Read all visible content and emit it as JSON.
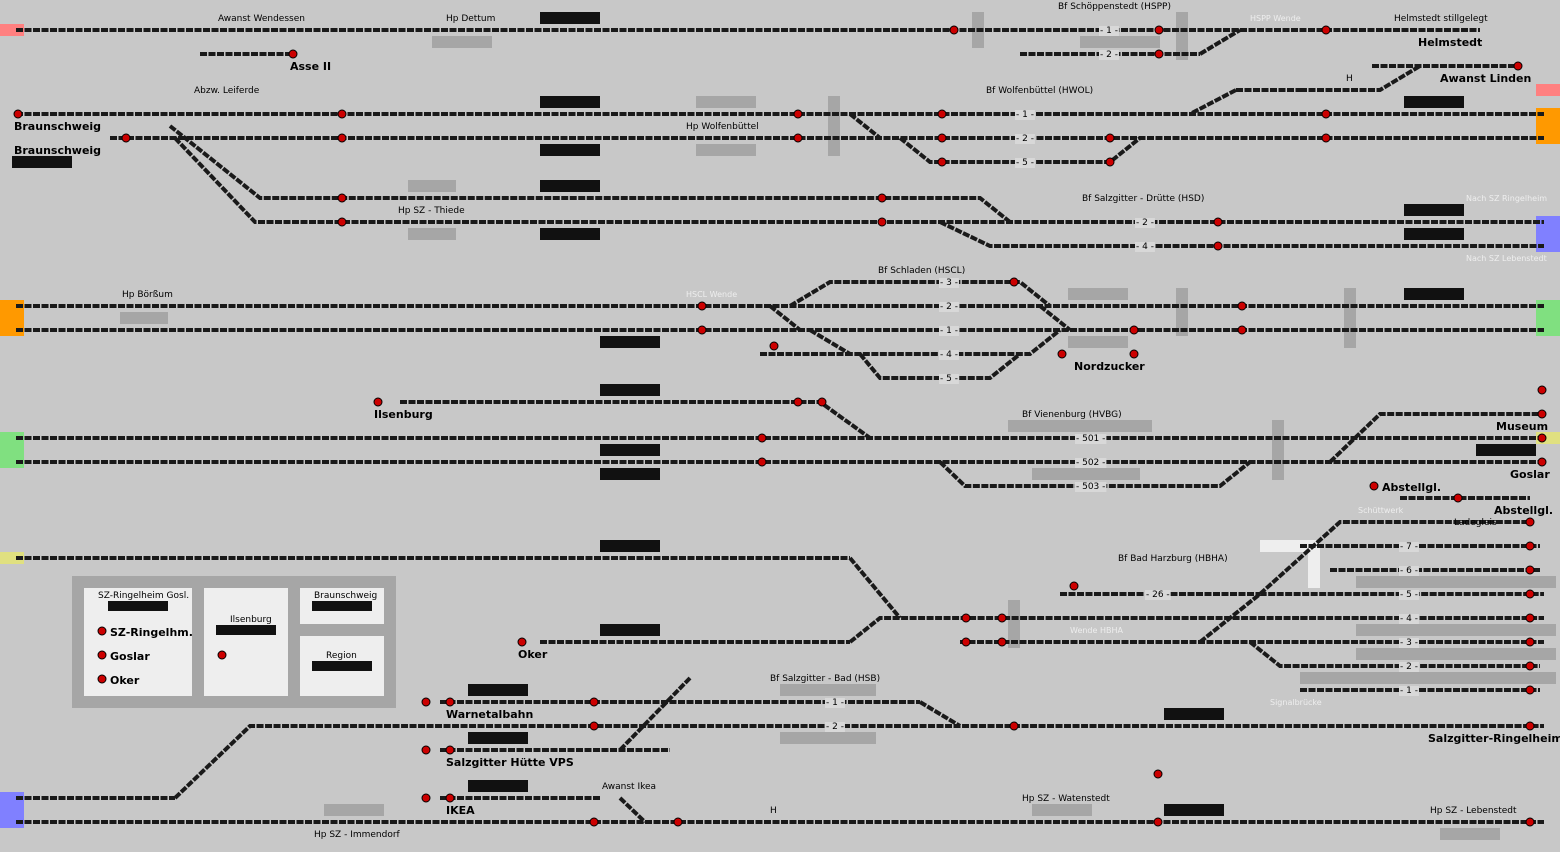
{
  "stations": [
    {
      "id": "awanst-wendessen",
      "text": "Awanst Wendessen"
    },
    {
      "id": "hp-dettum",
      "text": "Hp Dettum"
    },
    {
      "id": "bf-schoeppenstedt",
      "text": "Bf Schöppenstedt (HSPP)"
    },
    {
      "id": "hspp-wende",
      "text": "HSPP Wende"
    },
    {
      "id": "helmstedt-stillgelegt",
      "text": "Helmstedt stillgelegt"
    },
    {
      "id": "abzw-leiferde",
      "text": "Abzw. Leiferde"
    },
    {
      "id": "bf-wolfenbuettel",
      "text": "Bf Wolfenbüttel (HWOL)"
    },
    {
      "id": "hp-wolfenbuettel",
      "text": "Hp Wolfenbüttel"
    },
    {
      "id": "hp-sz-thiede",
      "text": "Hp SZ - Thiede"
    },
    {
      "id": "bf-salzgitter-druette",
      "text": "Bf Salzgitter - Drütte (HSD)"
    },
    {
      "id": "nach-sz-ringelheim",
      "text": "Nach SZ Ringelheim"
    },
    {
      "id": "nach-sz-lebenstedt",
      "text": "Nach SZ Lebenstedt"
    },
    {
      "id": "hp-boerssum",
      "text": "Hp Börßum"
    },
    {
      "id": "hscl-wende",
      "text": "HSCL Wende"
    },
    {
      "id": "bf-schladen",
      "text": "Bf Schladen (HSCL)"
    },
    {
      "id": "bf-vienenburg",
      "text": "Bf Vienenburg (HVBG)"
    },
    {
      "id": "schuettwerk",
      "text": "Schüttwerk"
    },
    {
      "id": "ladegleis",
      "text": "Ladegleis"
    },
    {
      "id": "bf-bad-harzburg",
      "text": "Bf Bad Harzburg (HBHA)"
    },
    {
      "id": "wende-hbha",
      "text": "Wende HBHA"
    },
    {
      "id": "signalbruecke",
      "text": "Signalbrücke"
    },
    {
      "id": "bf-salzgitter-bad",
      "text": "Bf Salzgitter - Bad (HSB)"
    },
    {
      "id": "awanst-ikea",
      "text": "Awanst Ikea"
    },
    {
      "id": "hp-sz-watenstedt",
      "text": "Hp SZ - Watenstedt"
    },
    {
      "id": "hp-sz-lebenstedt",
      "text": "Hp SZ - Lebenstedt"
    },
    {
      "id": "hp-sz-immendorf",
      "text": "Hp SZ - Immendorf"
    },
    {
      "id": "h-marker-1",
      "text": "H"
    },
    {
      "id": "h-marker-2",
      "text": "H"
    }
  ],
  "endpoints": [
    {
      "id": "asse-ii",
      "text": "Asse II"
    },
    {
      "id": "helmstedt",
      "text": "Helmstedt"
    },
    {
      "id": "awanst-linden",
      "text": "Awanst Linden"
    },
    {
      "id": "braunschweig-1",
      "text": "Braunschweig"
    },
    {
      "id": "braunschweig-2",
      "text": "Braunschweig"
    },
    {
      "id": "nordzucker",
      "text": "Nordzucker"
    },
    {
      "id": "ilsenburg",
      "text": "Ilsenburg"
    },
    {
      "id": "museum",
      "text": "Museum"
    },
    {
      "id": "goslar",
      "text": "Goslar"
    },
    {
      "id": "abstellgl-1",
      "text": "Abstellgl."
    },
    {
      "id": "abstellgl-2",
      "text": "Abstellgl."
    },
    {
      "id": "oker",
      "text": "Oker"
    },
    {
      "id": "warnetalbahn",
      "text": "Warnetalbahn"
    },
    {
      "id": "salzgitter-huette",
      "text": "Salzgitter Hütte VPS"
    },
    {
      "id": "ikea",
      "text": "IKEA"
    },
    {
      "id": "salzgitter-ringelheim",
      "text": "Salzgitter-Ringelheim"
    }
  ],
  "tracks": [
    "1",
    "2",
    "1",
    "2",
    "5",
    "2",
    "4",
    "3",
    "2",
    "1",
    "4",
    "5",
    "501",
    "502",
    "503",
    "7",
    "6",
    "5",
    "4",
    "3",
    "2",
    "1",
    "26",
    "1",
    "2"
  ],
  "legend": {
    "sz_ringelheim_goslar": "SZ-Ringelheim Gosl.",
    "sz_ringelheim": "SZ-Ringelhm.",
    "goslar": "Goslar",
    "oker": "Oker",
    "ilsenburg": "Ilsenburg",
    "braunschweig": "Braunschweig",
    "region": "Region"
  },
  "colors": {
    "background": "#c8c8c8",
    "track": "#1a1a1a",
    "signal": "#cc0000",
    "border_red": "#ff8080",
    "border_orange": "#ff9900",
    "border_blue": "#8080ff",
    "border_green": "#80e080",
    "border_yellow": "#e0e080"
  }
}
